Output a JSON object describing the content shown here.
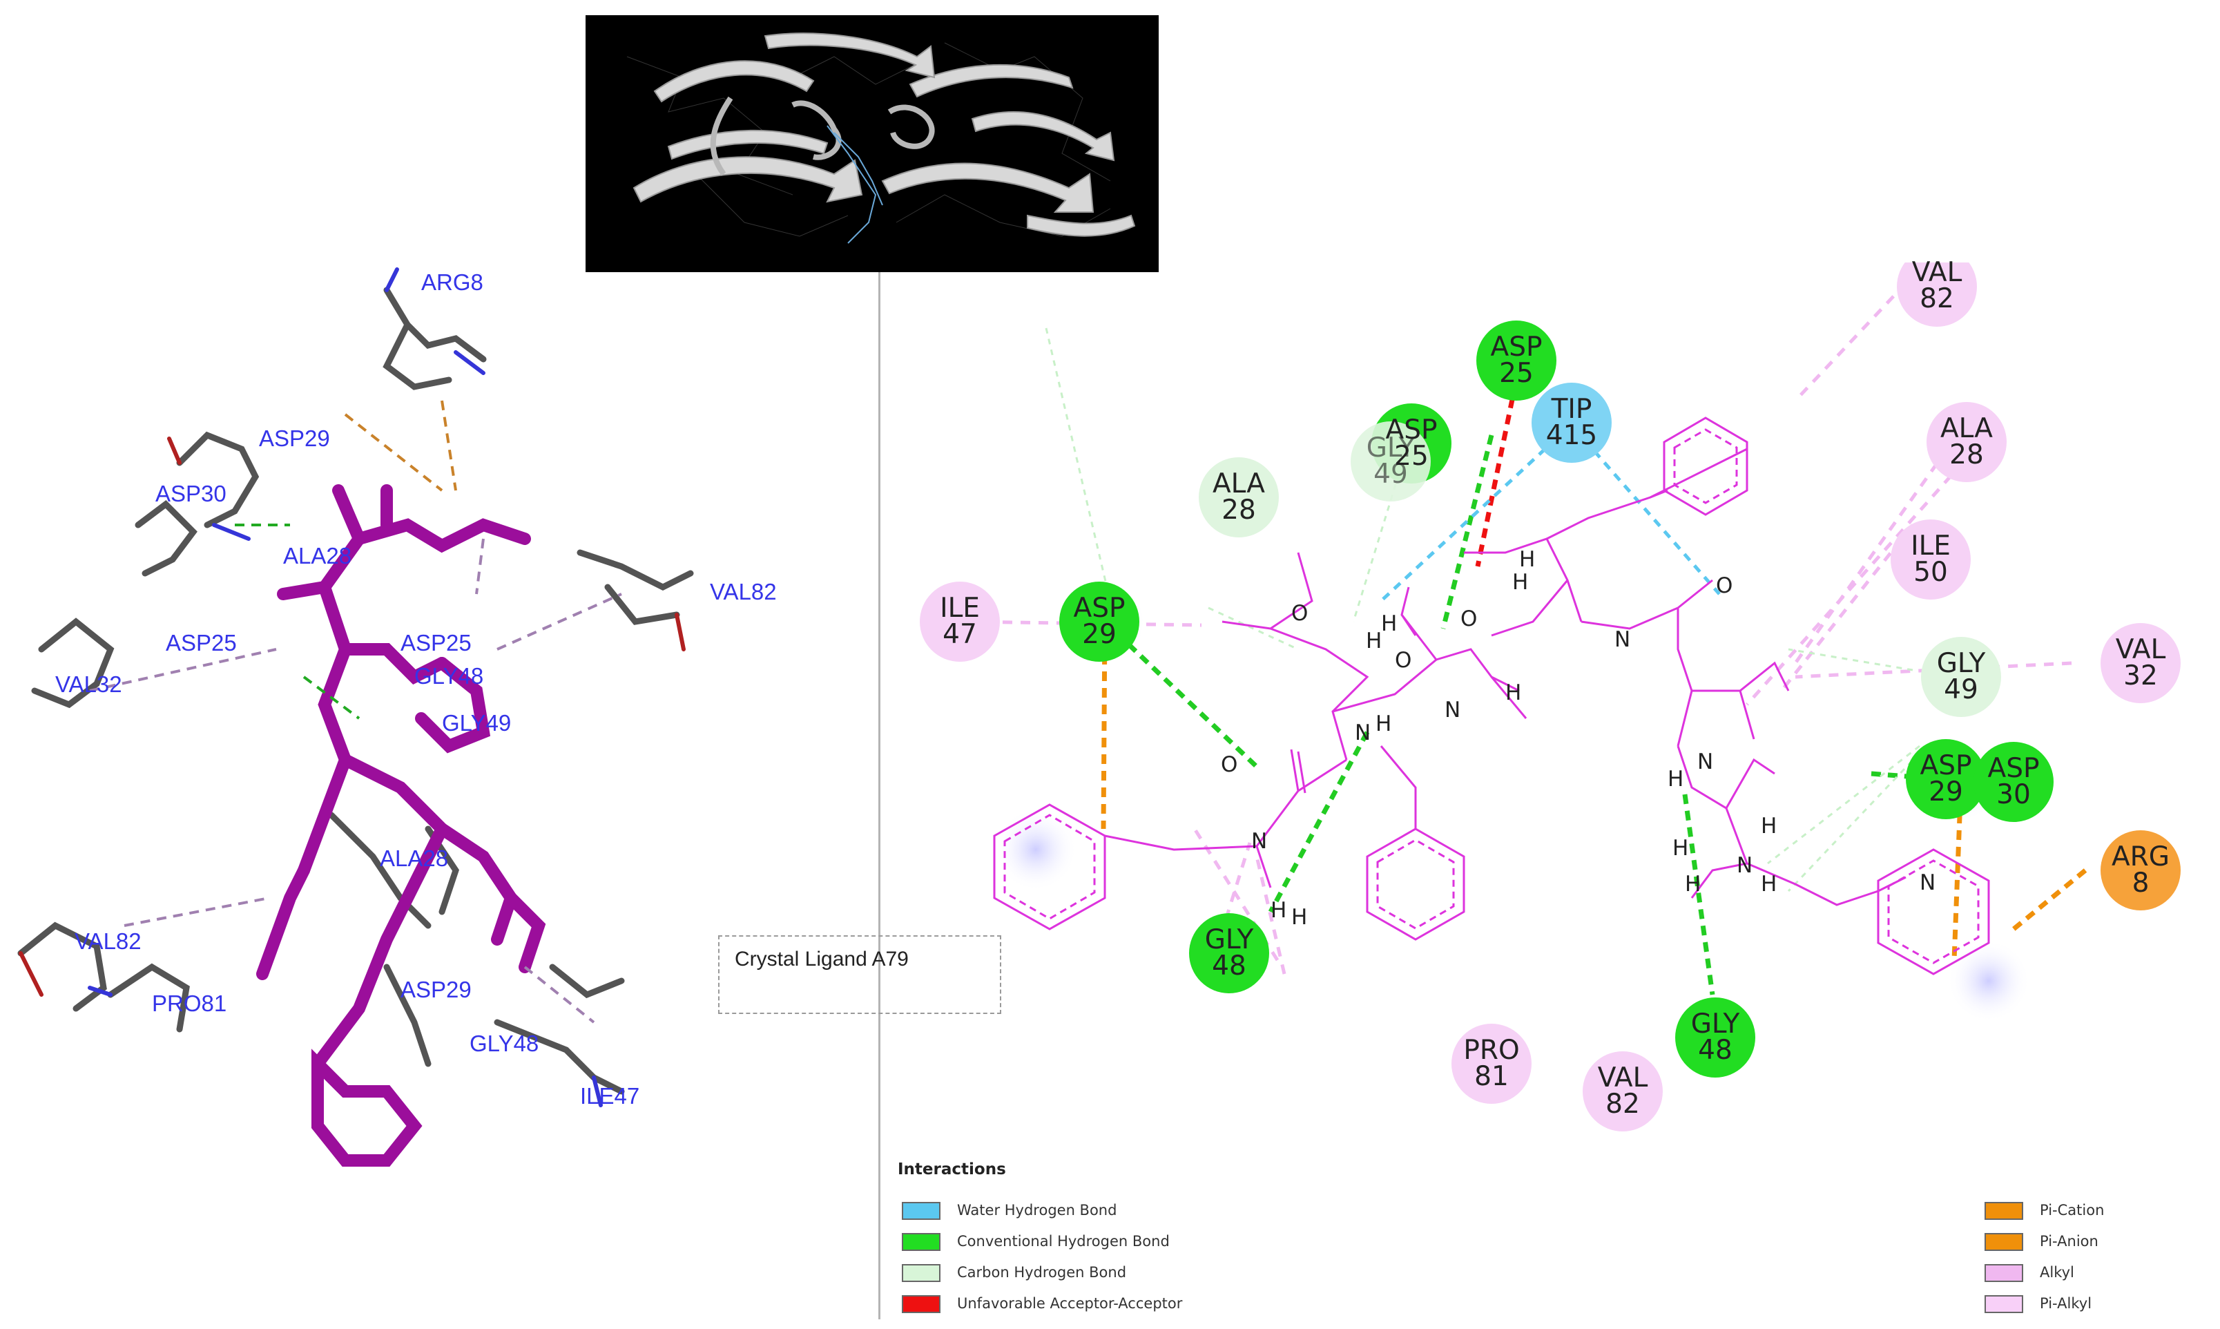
{
  "structure_view": {
    "residue_labels": [
      "ARG8",
      "ASP29",
      "ASP30",
      "ALA28",
      "VAL82",
      "ASP25",
      "ASP25",
      "GLY48",
      "GLY49",
      "VAL32",
      "ALA28",
      "VAL82",
      "PRO81",
      "ASP29",
      "GLY48",
      "ILE47"
    ]
  },
  "crystal_ligand": {
    "label": "Crystal Ligand A79"
  },
  "diagram": {
    "residues": [
      {
        "name": "VAL",
        "num": "82",
        "type": "alkyl"
      },
      {
        "name": "ASP",
        "num": "25",
        "type": "conventional"
      },
      {
        "name": "TIP",
        "num": "415",
        "type": "water"
      },
      {
        "name": "ASP",
        "num": "25",
        "type": "conventional"
      },
      {
        "name": "GLY",
        "num": "49",
        "type": "carbon"
      },
      {
        "name": "ALA",
        "num": "28",
        "type": "carbon"
      },
      {
        "name": "ALA",
        "num": "28",
        "type": "alkyl"
      },
      {
        "name": "ILE",
        "num": "47",
        "type": "alkyl"
      },
      {
        "name": "ASP",
        "num": "29",
        "type": "conventional"
      },
      {
        "name": "ILE",
        "num": "50",
        "type": "alkyl"
      },
      {
        "name": "GLY",
        "num": "49",
        "type": "carbon"
      },
      {
        "name": "VAL",
        "num": "32",
        "type": "alkyl"
      },
      {
        "name": "ASP",
        "num": "29",
        "type": "conventional"
      },
      {
        "name": "ASP",
        "num": "30",
        "type": "conventional"
      },
      {
        "name": "ARG",
        "num": "8",
        "type": "pication"
      },
      {
        "name": "GLY",
        "num": "48",
        "type": "conventional"
      },
      {
        "name": "GLY",
        "num": "48",
        "type": "conventional"
      },
      {
        "name": "PRO",
        "num": "81",
        "type": "alkyl"
      },
      {
        "name": "VAL",
        "num": "82",
        "type": "alkyl"
      }
    ],
    "atoms": [
      "O",
      "O",
      "H",
      "O",
      "H",
      "H",
      "N",
      "O",
      "N",
      "H",
      "H",
      "N",
      "H",
      "O",
      "N",
      "H",
      "H",
      "H",
      "H",
      "N",
      "H",
      "H",
      "N",
      "N",
      "H"
    ]
  },
  "legend": {
    "title": "Interactions",
    "items": [
      {
        "label": "Water Hydrogen Bond",
        "color": "#5bc8f0"
      },
      {
        "label": "Conventional Hydrogen Bond",
        "color": "#22dd22"
      },
      {
        "label": "Carbon Hydrogen Bond",
        "color": "#d8f5d8"
      },
      {
        "label": "Unfavorable Acceptor-Acceptor",
        "color": "#ee1111"
      },
      {
        "label": "Pi-Cation",
        "color": "#f0900a"
      },
      {
        "label": "Pi-Anion",
        "color": "#f0900a"
      },
      {
        "label": "Alkyl",
        "color": "#f0b8f0"
      },
      {
        "label": "Pi-Alkyl",
        "color": "#f8d0f8"
      }
    ]
  }
}
